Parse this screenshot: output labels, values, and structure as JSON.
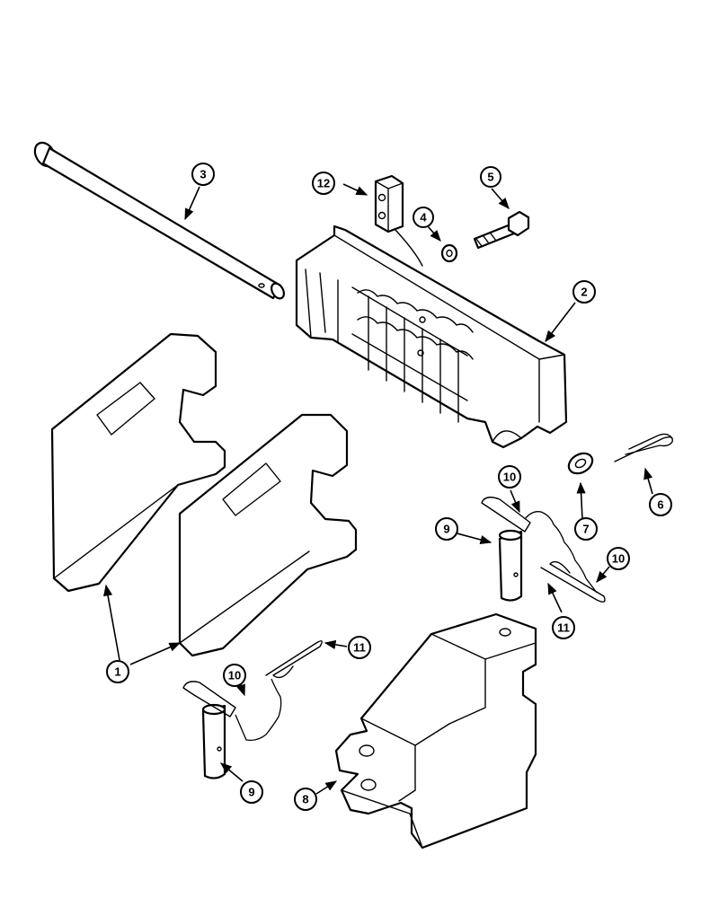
{
  "callouts": [
    {
      "id": "c1",
      "label": "1"
    },
    {
      "id": "c2",
      "label": "2"
    },
    {
      "id": "c3",
      "label": "3"
    },
    {
      "id": "c4",
      "label": "4"
    },
    {
      "id": "c5",
      "label": "5"
    },
    {
      "id": "c6",
      "label": "6"
    },
    {
      "id": "c7",
      "label": "7"
    },
    {
      "id": "c8",
      "label": "8"
    },
    {
      "id": "c9a",
      "label": "9"
    },
    {
      "id": "c9b",
      "label": "9"
    },
    {
      "id": "c10a",
      "label": "10"
    },
    {
      "id": "c10b",
      "label": "10"
    },
    {
      "id": "c10c",
      "label": "10"
    },
    {
      "id": "c11a",
      "label": "11"
    },
    {
      "id": "c11b",
      "label": "11"
    },
    {
      "id": "c12",
      "label": "12"
    }
  ]
}
